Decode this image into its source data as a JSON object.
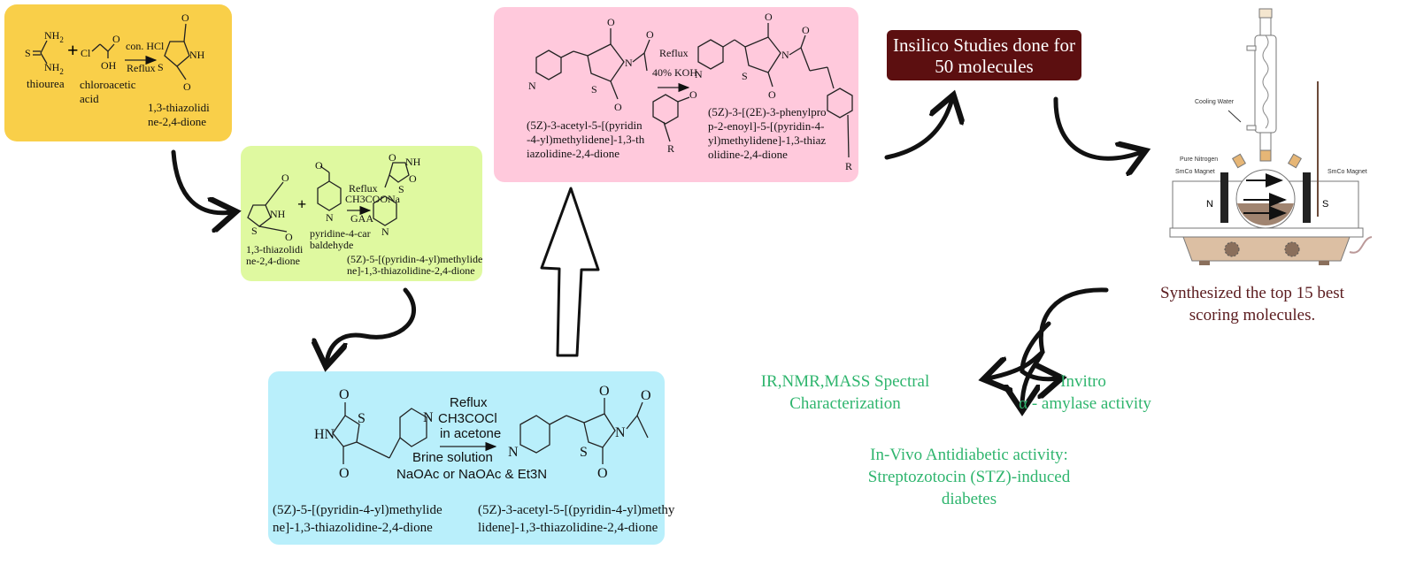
{
  "atoms": {
    "O": "O",
    "NH": "NH",
    "HN": "HN",
    "S": "S",
    "N": "N",
    "Cl": "Cl",
    "OH": "OH",
    "NH2": "NH",
    "sub2": "2",
    "R": "R",
    "plus": "+"
  },
  "step1": {
    "reactant1": "thiourea",
    "reactant2_line1": "chloroacetic",
    "reactant2_line2": "acid",
    "condition_top": "con. HCl",
    "condition_bottom": "Reflux",
    "product_line1": "1,3-thiazolidi",
    "product_line2": "ne-2,4-dione",
    "color": "#f9cf49"
  },
  "step2": {
    "reactant1_line1": "1,3-thiazolidi",
    "reactant1_line2": "ne-2,4-dione",
    "reactant2_line1": "pyridine-4-car",
    "reactant2_line2": "baldehyde",
    "condition_top": "Reflux",
    "condition_mid": "CH3COONa",
    "condition_bottom": "GAA",
    "product_line1": "(5Z)-5-[(pyridin-4-yl)methylide",
    "product_line2": "ne]-1,3-thiazolidine-2,4-dione",
    "color": "#dff9a0"
  },
  "step3": {
    "condition_top": "Reflux",
    "condition_mid": "CH3COCl",
    "condition_mid2": "in acetone",
    "condition_bottom1": "Brine solution",
    "condition_bottom2": "NaOAc or NaOAc & Et3N",
    "reactant_line1": "(5Z)-5-[(pyridin-4-yl)methylide",
    "reactant_line2": "ne]-1,3-thiazolidine-2,4-dione",
    "product_line1": "(5Z)-3-acetyl-5-[(pyridin-4-yl)methy",
    "product_line2": "lidene]-1,3-thiazolidine-2,4-dione",
    "color": "#b9effb"
  },
  "step4": {
    "condition_top": "Reflux",
    "condition_bottom": "40% KOH",
    "reactant_line1": "(5Z)-3-acetyl-5-[(pyridin",
    "reactant_line2": "-4-yl)methylidene]-1,3-th",
    "reactant_line3": "iazolidine-2,4-dione",
    "product_line1": "(5Z)-3-[(2E)-3-phenylpro",
    "product_line2": "p-2-enoyl]-5-[(pyridin-4-",
    "product_line3": "yl)methylidene]-1,3-thiaz",
    "product_line4": "olidine-2,4-dione",
    "color": "#ffc9dc"
  },
  "insilico": {
    "line1": "Insilico Studies done for",
    "line2": "50 molecules",
    "color": "#5c0f10"
  },
  "apparatus": {
    "cooling": "Cooling Water",
    "nitrogen": "Pure Nitrogen",
    "magnet_left": "SmCo Magnet",
    "magnet_right": "SmCo Magnet",
    "pole_n": "N",
    "pole_s": "S"
  },
  "synthesized": {
    "line1": "Synthesized the top 15 best",
    "line2": "scoring molecules."
  },
  "outcomes": {
    "spectral_line1": "IR,NMR,MASS Spectral",
    "spectral_line2": "Characterization",
    "invitro_line1": "Invitro",
    "invitro_line2": "α - amylase activity",
    "invivo_line1": "In-Vivo Antidiabetic activity:",
    "invivo_line2": "Streptozotocin (STZ)-induced",
    "invivo_line3": "diabetes",
    "color": "#2fb56e"
  }
}
